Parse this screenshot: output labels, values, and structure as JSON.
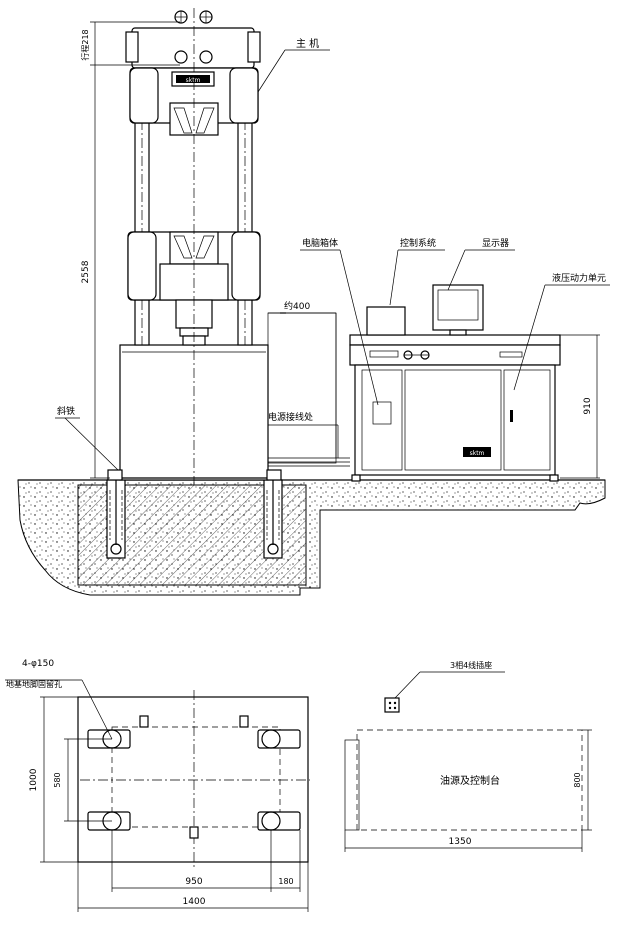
{
  "labels": {
    "main_machine": "主 机",
    "motor_box": "电脑箱体",
    "control_system": "控制系统",
    "monitor": "显示器",
    "hydraulic_unit": "液压动力单元",
    "approx_400": "约400",
    "power_entry": "电源接线处",
    "anchor_bolt": "斜铁",
    "logo_text": "sktm",
    "bolt_holes": "4-φ150",
    "foundation_holes": "地基地脚固留孔",
    "socket": "3相4线插座",
    "oil_console": "油源及控制台"
  },
  "dimensions": {
    "stroke_top": "行程218",
    "height_main": "2558",
    "height_console": "910",
    "w_950": "950",
    "w_180": "180",
    "w_1400": "1400",
    "h_1000": "1000",
    "h_580": "580",
    "w_1350": "1350",
    "h_800": "800"
  }
}
